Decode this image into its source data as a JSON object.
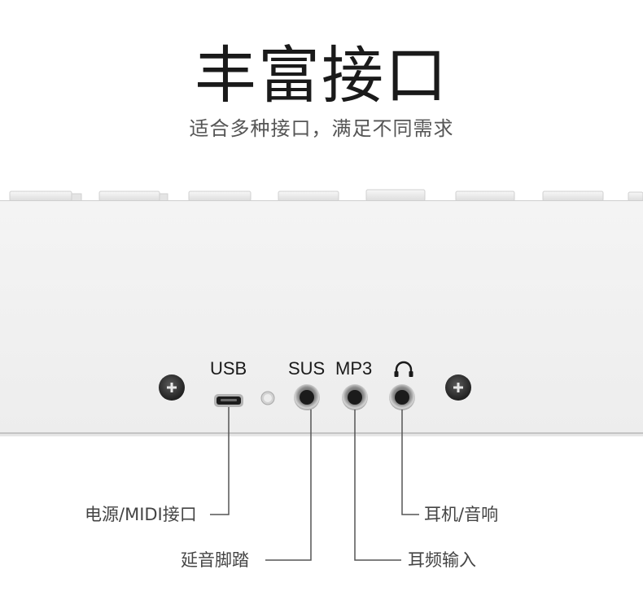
{
  "header": {
    "title": "丰富接口",
    "subtitle": "适合多种接口，满足不同需求"
  },
  "ports": {
    "usb_label": "USB",
    "sus_label": "SUS",
    "mp3_label": "MP3",
    "headphone_icon": "headphone-icon"
  },
  "callouts": {
    "power_midi": "电源/MIDI接口",
    "sustain": "延音脚踏",
    "earphone_audio": "耳机/音响",
    "audio_input": "耳频输入"
  },
  "colors": {
    "panel": "#f2f2f2",
    "panel_edge": "#c8c8c8",
    "jack_metal": "#b9b9b9",
    "jack_hole": "#1b1b1b",
    "leader_line": "#555555",
    "title_text": "#1a1a1a"
  }
}
